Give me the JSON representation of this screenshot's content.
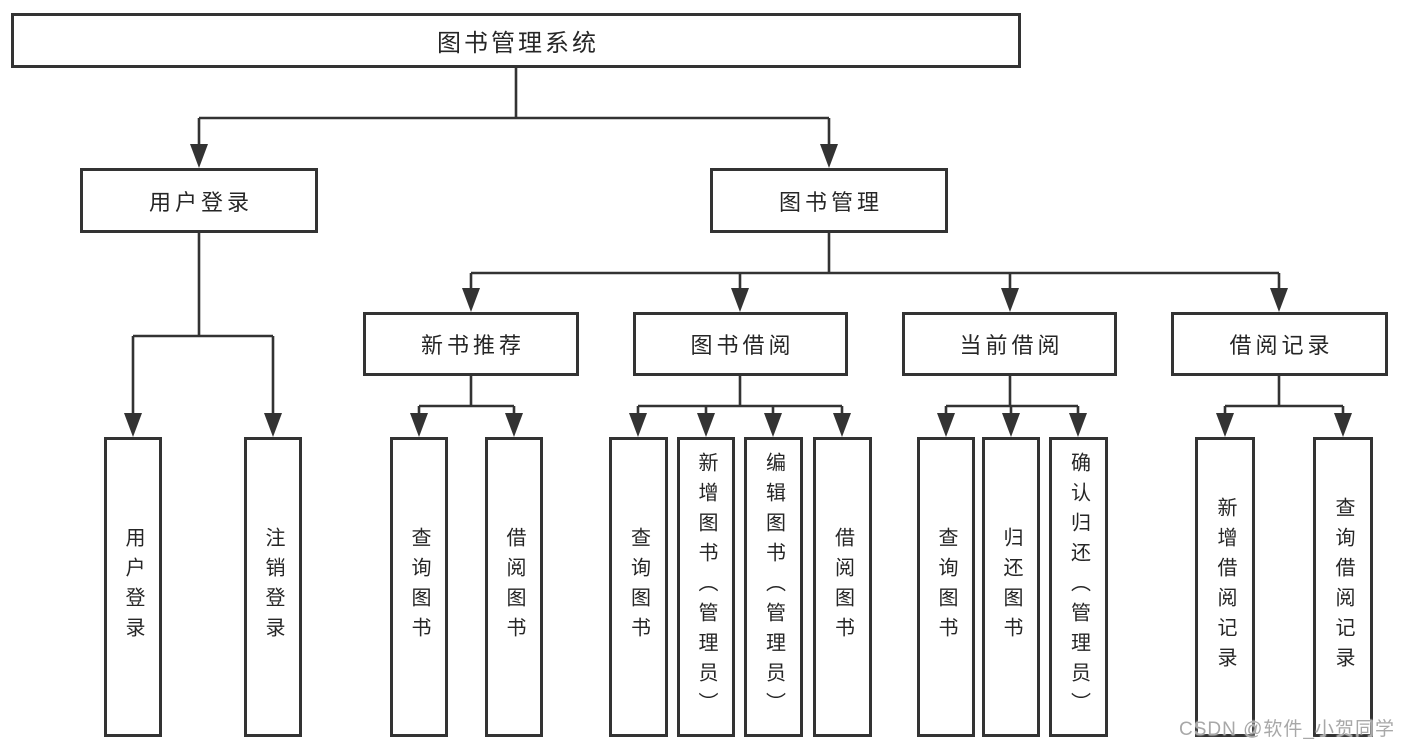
{
  "diagram_type": "hierarchy",
  "tree": {
    "root": {
      "label": "图书管理系统",
      "children": [
        {
          "label": "用户登录",
          "children": [
            {
              "label": "用户登录"
            },
            {
              "label": "注销登录"
            }
          ]
        },
        {
          "label": "图书管理",
          "children": [
            {
              "label": "新书推荐",
              "children": [
                {
                  "label": "查询图书"
                },
                {
                  "label": "借阅图书"
                }
              ]
            },
            {
              "label": "图书借阅",
              "children": [
                {
                  "label": "查询图书"
                },
                {
                  "label": "新增图书（管理员）"
                },
                {
                  "label": "编辑图书（管理员）"
                },
                {
                  "label": "借阅图书"
                }
              ]
            },
            {
              "label": "当前借阅",
              "children": [
                {
                  "label": "查询图书"
                },
                {
                  "label": "归还图书"
                },
                {
                  "label": "确认归还（管理员）"
                }
              ]
            },
            {
              "label": "借阅记录",
              "children": [
                {
                  "label": "新增借阅记录"
                },
                {
                  "label": "查询借阅记录"
                }
              ]
            }
          ]
        }
      ]
    }
  },
  "watermark": {
    "text": "CSDN @软件_小贺同学"
  },
  "colors": {
    "background": "#ffffff",
    "box_border": "#333333",
    "line": "#333333",
    "text": "#262626",
    "watermark": "#a8a8a8"
  }
}
